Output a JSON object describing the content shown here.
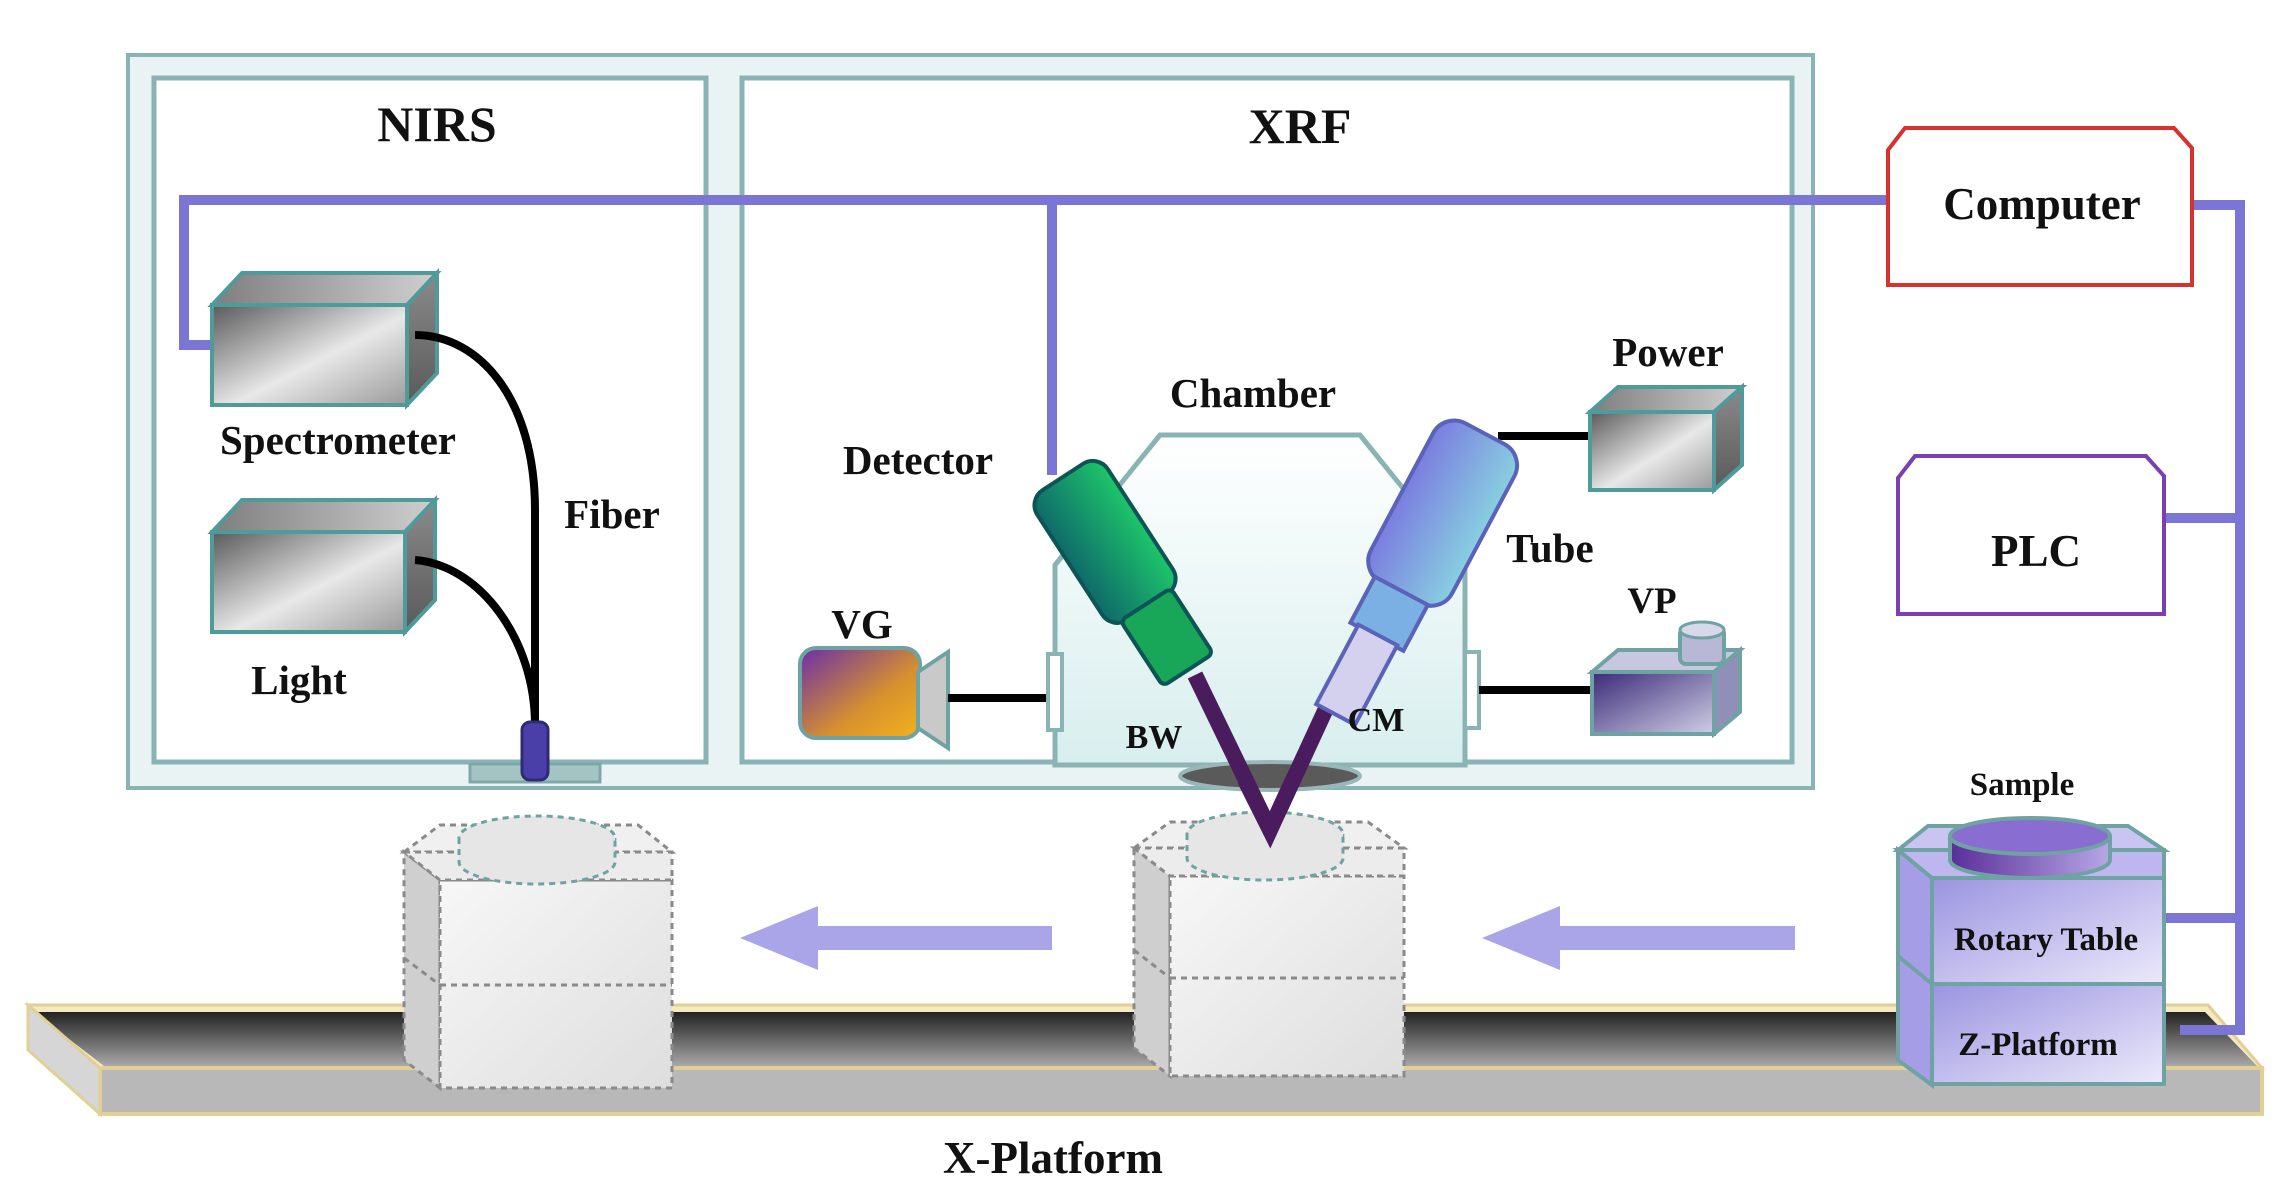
{
  "sections": {
    "nirs": "NIRS",
    "xrf": "XRF"
  },
  "components": {
    "spectrometer": "Spectrometer",
    "light": "Light",
    "fiber": "Fiber",
    "detector": "Detector",
    "chamber": "Chamber",
    "power": "Power",
    "tube": "Tube",
    "vg": "VG",
    "vp": "VP",
    "bw": "BW",
    "cm": "CM",
    "computer": "Computer",
    "plc": "PLC",
    "sample": "Sample",
    "rotary_table": "Rotary Table",
    "z_platform": "Z-Platform",
    "x_platform": "X-Platform"
  },
  "colors": {
    "signal_line": "#7b76d6",
    "arrow": "#a9a5e8",
    "computer_border": "#d8322f",
    "plc_border": "#7b3fb0",
    "frame": "#8ab3b3",
    "frame_fill": "#e8f3f3"
  }
}
